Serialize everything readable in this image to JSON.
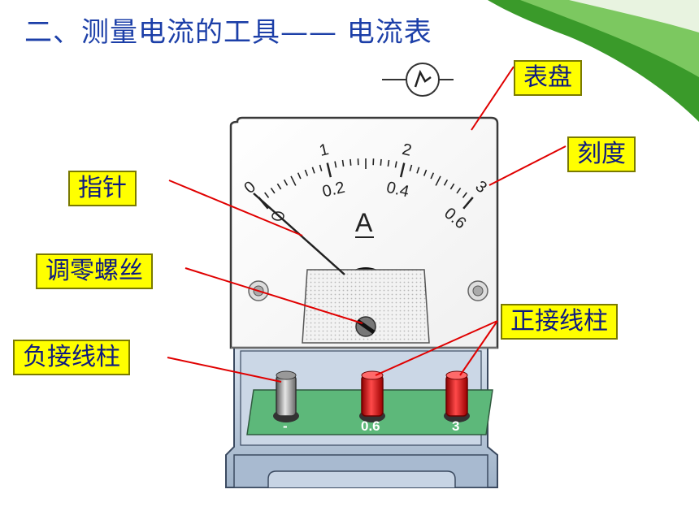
{
  "title": "二、测量电流的工具—— 电流表",
  "labels": {
    "dial": "表盘",
    "scale": "刻度",
    "pointer": "指针",
    "zero_adjust": "调零螺丝",
    "positive_terminal": "正接线柱",
    "negative_terminal": "负接线柱"
  },
  "meter": {
    "unit_symbol": "A",
    "upper_scale": [
      "0",
      "1",
      "2",
      "3"
    ],
    "lower_scale": [
      "0.2",
      "0.4",
      "0.6"
    ],
    "terminals": [
      "-",
      "0.6",
      "3"
    ]
  },
  "colors": {
    "title": "#1c3fa8",
    "label_bg": "#ffff00",
    "leader_line": "#e00000",
    "terminal_red": "#d41414",
    "panel_green": "#5db87a",
    "base_blue": "#b8c8dc"
  },
  "icons": [
    "ammeter-symbol-icon",
    "corner-leaf-decoration"
  ]
}
